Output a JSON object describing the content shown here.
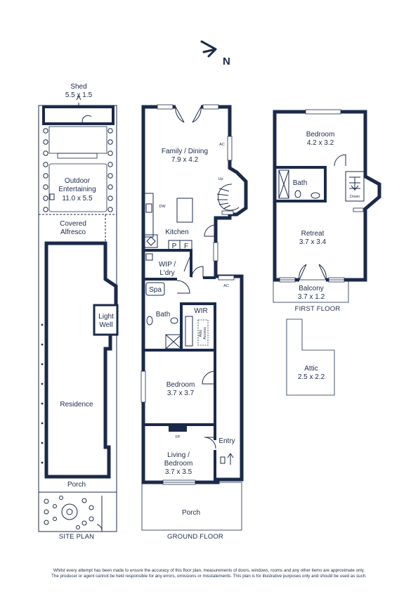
{
  "compass": {
    "label": "N",
    "icon": "north-arrow-icon"
  },
  "site_plan": {
    "caption": "SITE PLAN",
    "shed": {
      "name": "Shed",
      "dims": "5.5 x 1.5"
    },
    "outdoor": {
      "name_line1": "Outdoor",
      "name_line2": "Entertaining",
      "dims": "11.0 x 5.5"
    },
    "covered": {
      "line1": "Covered",
      "line2": "Alfresco"
    },
    "light_well": {
      "line1": "Light",
      "line2": "Well"
    },
    "residence": "Residence",
    "porch": "Porch"
  },
  "ground_floor": {
    "caption": "GROUND FLOOR",
    "family": {
      "name": "Family / Dining",
      "dims": "7.9 x 4.2"
    },
    "kitchen": "Kitchen",
    "pantry": "P",
    "fridge": "F",
    "dw": "DW",
    "ac_top": "AC",
    "ac_hall": "AC",
    "up": "Up",
    "wip": {
      "line1": "WIP /",
      "line2": "L'dry"
    },
    "spa": "Spa",
    "bath": "Bath",
    "wir": "WIR",
    "attic_access": {
      "line1": "Attic",
      "line2": "Access"
    },
    "bedroom": {
      "name": "Bedroom",
      "dims": "3.7 x 3.7"
    },
    "fp": "FP",
    "living": {
      "line1": "Living /",
      "line2": "Bedroom",
      "dims": "3.7 x 3.5"
    },
    "entry": "Entry",
    "porch": "Porch"
  },
  "first_floor": {
    "caption": "FIRST FLOOR",
    "bedroom": {
      "name": "Bedroom",
      "dims": "4.2 x 3.2"
    },
    "bath": "Bath",
    "down": "Down",
    "retreat": {
      "name": "Retreat",
      "dims": "3.7 x 3.4"
    },
    "balcony": {
      "name": "Balcony",
      "dims": "3.7 x 1.2"
    }
  },
  "attic": {
    "name": "Attic",
    "dims": "2.5 x 2.2"
  },
  "disclaimer": {
    "line1": "Whilst every attempt has been made to ensure the accuracy of this floor plan, measurements of doors, windows, rooms and any other items are approximate only.",
    "line2": "The producer or agent cannot be held responsible for any errors, omissions or misstatements. This plan is for illustrative purposes only and should be used as such."
  },
  "colors": {
    "ink": "#1b2a4a",
    "paper": "#ffffff"
  }
}
